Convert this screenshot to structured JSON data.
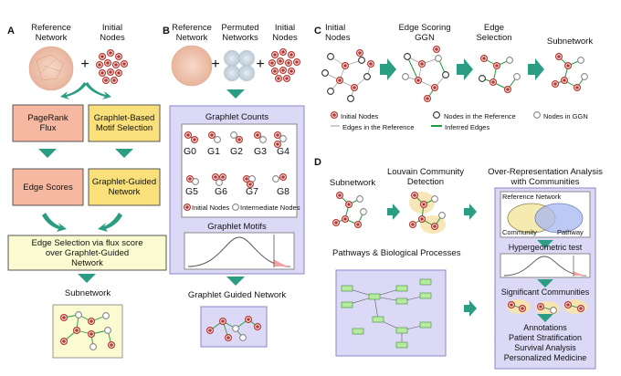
{
  "panel_a": {
    "letter": "A",
    "reference_network_label": "Reference\nNetwork",
    "initial_nodes_label": "Initial\nNodes",
    "plus": "+",
    "pagerank_box": "PageRank\nFlux",
    "graphlet_motif_box": "Graphlet-Based\nMotif Selection",
    "edge_scores_box": "Edge Scores",
    "graphlet_guided_network_box": "Graphlet-Guided\nNetwork",
    "edge_selection_box": "Edge Selection via flux score\nover Graphlet-Guided\nNetwork",
    "subnetwork_label": "Subnetwork"
  },
  "panel_b": {
    "letter": "B",
    "reference_network_label": "Reference\nNetwork",
    "permuted_networks_label": "Permuted\nNetworks",
    "initial_nodes_label": "Initial\nNodes",
    "plus": "+",
    "graphlet_counts_title": "Graphlet Counts",
    "graphlets": [
      "G0",
      "G1",
      "G2",
      "G3",
      "G4",
      "G5",
      "G6",
      "G7",
      "G8"
    ],
    "legend_initial": "Initial Nodes",
    "legend_intermediate": "Intermediate Nodes",
    "graphlet_motifs_title": "Graphlet Motifs",
    "graphlet_guided_network_label": "Graphlet Guided Network"
  },
  "panel_c": {
    "letter": "C",
    "initial_nodes_label": "Initial\nNodes",
    "edge_scoring_label": "Edge Scoring\nGGN",
    "edge_selection_label": "Edge\nSelection",
    "subnetwork_label": "Subnetwork",
    "legend": {
      "initial_nodes": "Initial Nodes",
      "nodes_in_reference": "Nodes in the Reference",
      "nodes_in_ggn": "Nodes in GGN",
      "edges_in_reference": "Edges in the Reference",
      "inferred_edges": "Inferred Edges"
    }
  },
  "panel_d": {
    "letter": "D",
    "subnetwork_label": "Subnetwork",
    "louvain_label": "Louvain Community\nDetection",
    "ora_label": "Over-Representation Analysis\nwith Communities",
    "pathways_label": "Pathways & Biological Processes",
    "reference_network_label": "Reference Network",
    "community_label": "Community",
    "pathway_label": "Pathway",
    "hypergeometric_label": "Hypergeometric test",
    "significant_communities_label": "Significant Communities",
    "outcomes": [
      "Annotations",
      "Patient Stratification",
      "Survival Analysis",
      "Personalized Medicine"
    ]
  },
  "colors": {
    "arrow_teal": "#2a9d82",
    "salmon": "#f6b8a0",
    "yellow": "#f9e07a",
    "lavender": "#dcd9f7",
    "node_red": "#b8332c",
    "edge_green": "#1f9a3a"
  }
}
